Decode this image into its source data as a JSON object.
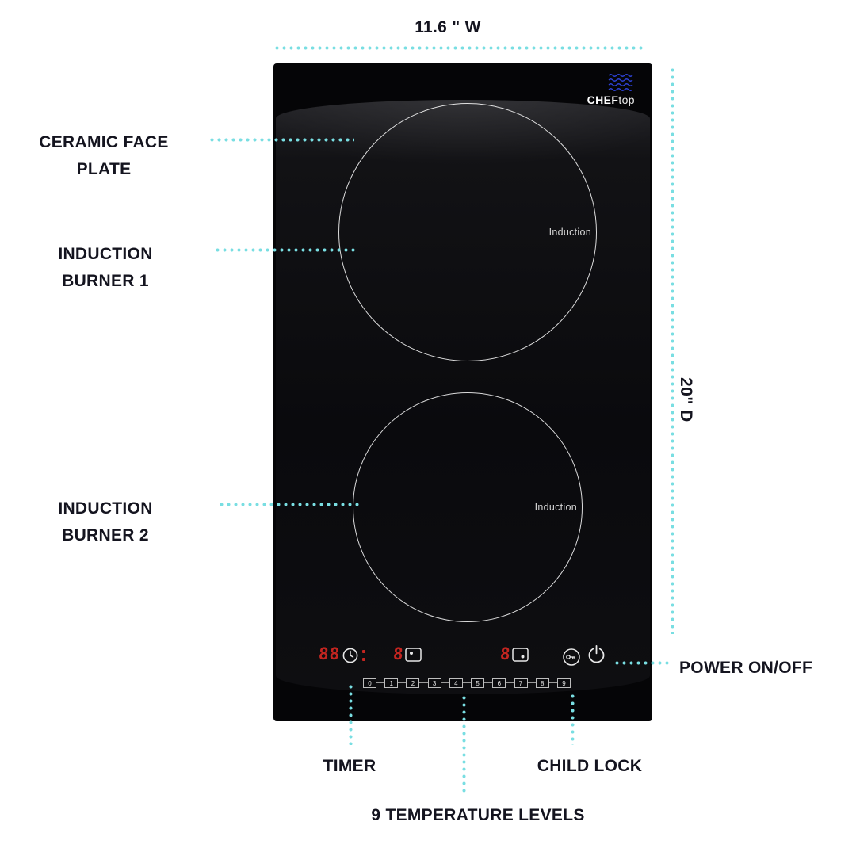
{
  "annotations": {
    "width_dim": "11.6 \" W",
    "depth_dim": "20\" D",
    "ceramic_face_plate": "CERAMIC FACE PLATE",
    "induction_burner_1": "INDUCTION BURNER 1",
    "induction_burner_2": "INDUCTION BURNER 2",
    "power_on_off": "POWER ON/OFF",
    "timer": "TIMER",
    "child_lock": "CHILD LOCK",
    "temperature_levels": "9 TEMPERATURE LEVELS"
  },
  "cooktop": {
    "brand_bold": "CHEF",
    "brand_light": "top",
    "burner1_label": "Induction",
    "burner2_label": "Induction",
    "display": {
      "timer_value": "88",
      "burner1_level": "8",
      "burner2_level": "8"
    },
    "temp_scale": [
      "0",
      "1",
      "2",
      "3",
      "4",
      "5",
      "6",
      "7",
      "8",
      "9"
    ]
  },
  "colors": {
    "accent": "#79DEE2",
    "label_text": "#14141F",
    "led_red": "#C22520",
    "logo_blue": "#2E43D8"
  }
}
